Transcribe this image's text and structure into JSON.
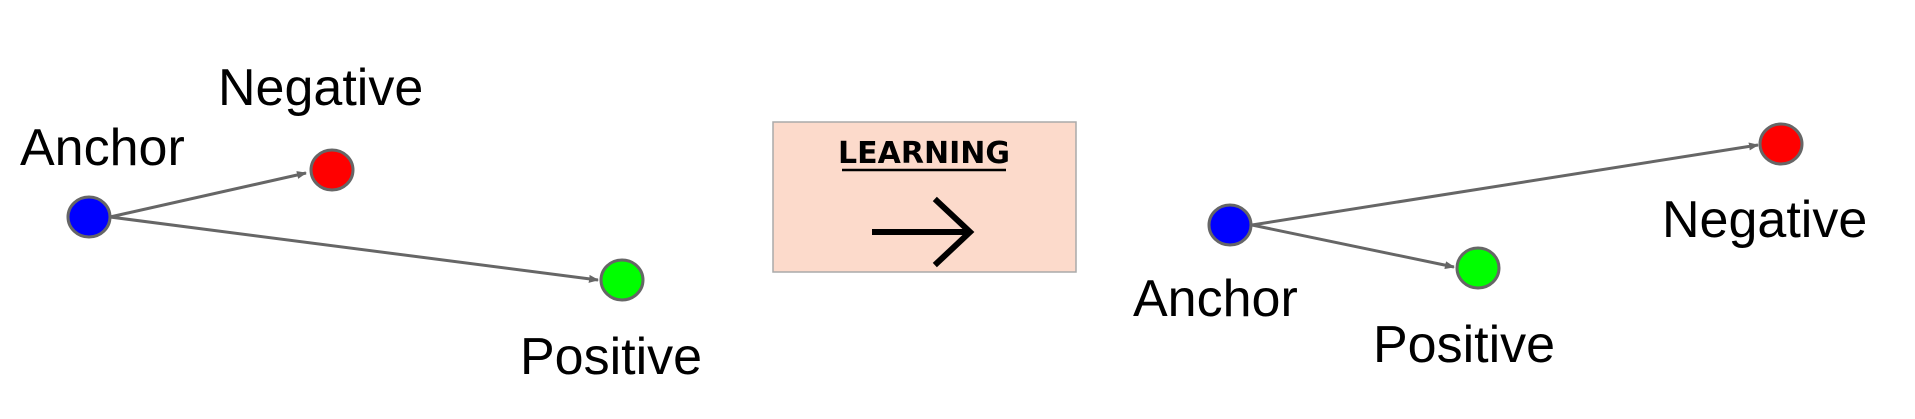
{
  "before": {
    "anchor": {
      "label": "Anchor",
      "color": "#0000ff"
    },
    "negative": {
      "label": "Negative",
      "color": "#ff0000"
    },
    "positive": {
      "label": "Positive",
      "color": "#00ff00"
    }
  },
  "learning_box": {
    "title": "LEARNING",
    "background": "#fcdacb",
    "arrow_icon": "right-arrow-icon"
  },
  "after": {
    "anchor": {
      "label": "Anchor",
      "color": "#0000ff"
    },
    "negative": {
      "label": "Negative",
      "color": "#ff0000"
    },
    "positive": {
      "label": "Positive",
      "color": "#00ff00"
    }
  },
  "colors": {
    "edge": "#666666",
    "node_stroke": "#666666"
  }
}
